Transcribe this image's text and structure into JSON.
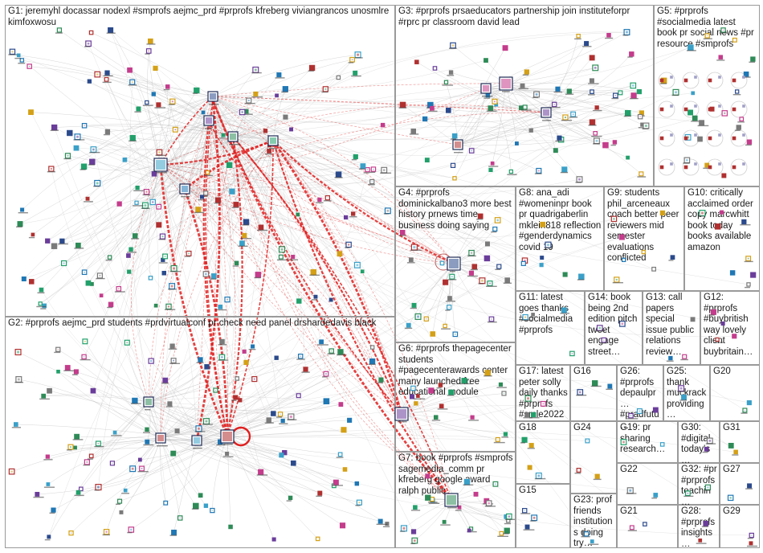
{
  "groups": [
    {
      "id": "G1",
      "label": "G1: jeremyhl docassar nodexl #smprofs aejmc_prd #prprofs kfreberg viviangrancos unosmlre kimfoxwosu"
    },
    {
      "id": "G2",
      "label": "G2: #prprofs aejmc_prd students #prdvirtualconf pr check need panel drshardedavis black"
    },
    {
      "id": "G3",
      "label": "G3: #prprofs prsaeducators partnership join instituteforpr #rprc pr classroom david lead"
    },
    {
      "id": "G4",
      "label": "G4: #prprofs dominickalbano3 more best history prnews time business doing saying"
    },
    {
      "id": "G5",
      "label": "G5: #prprofs #socialmedia latest book pr social news #pr resource #smprofs"
    },
    {
      "id": "G6",
      "label": "G6: #prprofs thepagecenter students #pagecenterawards center many launched free educational module"
    },
    {
      "id": "G7",
      "label": "G7: book #prprofs #smprofs sagemedia_comm pr kfreberg google award ralph public"
    },
    {
      "id": "G8",
      "label": "G8: ana_adi #womeninpr book pr quadrigaberlin mklein818 reflection #genderdynamics covid 19"
    },
    {
      "id": "G9",
      "label": "G9: students phil_arceneaux coach better peer reviewers mid semester evaluations conflicted"
    },
    {
      "id": "G10",
      "label": "G10: critically acclaimed order copy marcwhitt book today books available amazon"
    },
    {
      "id": "G11",
      "label": "G11: latest goes thanks #socialmedia #prprofs"
    },
    {
      "id": "G12",
      "label": "G12: #prprofs #buybritish way lovely client buybritain…"
    },
    {
      "id": "G13",
      "label": "G13: call papers special issue public relations review…"
    },
    {
      "id": "G14",
      "label": "G14: book being 2nd edition pitch tweet engage street…"
    },
    {
      "id": "G15",
      "label": "G15"
    },
    {
      "id": "G16",
      "label": "G16"
    },
    {
      "id": "G17",
      "label": "G17: latest peter solly daily thanks #prprofs #smle2022"
    },
    {
      "id": "G18",
      "label": "G18"
    },
    {
      "id": "G19",
      "label": "G19: pr sharing research…"
    },
    {
      "id": "G20",
      "label": "G20"
    },
    {
      "id": "G21",
      "label": "G21"
    },
    {
      "id": "G22",
      "label": "G22"
    },
    {
      "id": "G23",
      "label": "G23: prof friends institutions doing try…"
    },
    {
      "id": "G24",
      "label": "G24"
    },
    {
      "id": "G25",
      "label": "G25: thank muckrack providing…"
    },
    {
      "id": "G26",
      "label": "G26: #prprofs depaulpr… #pradfutu…"
    },
    {
      "id": "G27",
      "label": "G27"
    },
    {
      "id": "G28",
      "label": "G28: #prprofs insights…"
    },
    {
      "id": "G29",
      "label": "G29"
    },
    {
      "id": "G30",
      "label": "G30: #digital today's…"
    },
    {
      "id": "G31",
      "label": "G31"
    },
    {
      "id": "G32",
      "label": "G32: #pr #prprofs teachin…"
    }
  ],
  "colors": {
    "background": "#ffffff",
    "group_border": "#9a9a9a",
    "edge_gray": "#b4b4b4",
    "edge_red": "#e02020",
    "node_palette": [
      "#2b4a8c",
      "#1f77b4",
      "#2e8b57",
      "#6a3d9a",
      "#c43c8c",
      "#3aa0c8",
      "#7a7a7a",
      "#d4a017",
      "#22a06b",
      "#b03030"
    ]
  },
  "visual": {
    "node_shape": "square",
    "edge_style": "curved",
    "self_loop_node": "G2 hub"
  }
}
